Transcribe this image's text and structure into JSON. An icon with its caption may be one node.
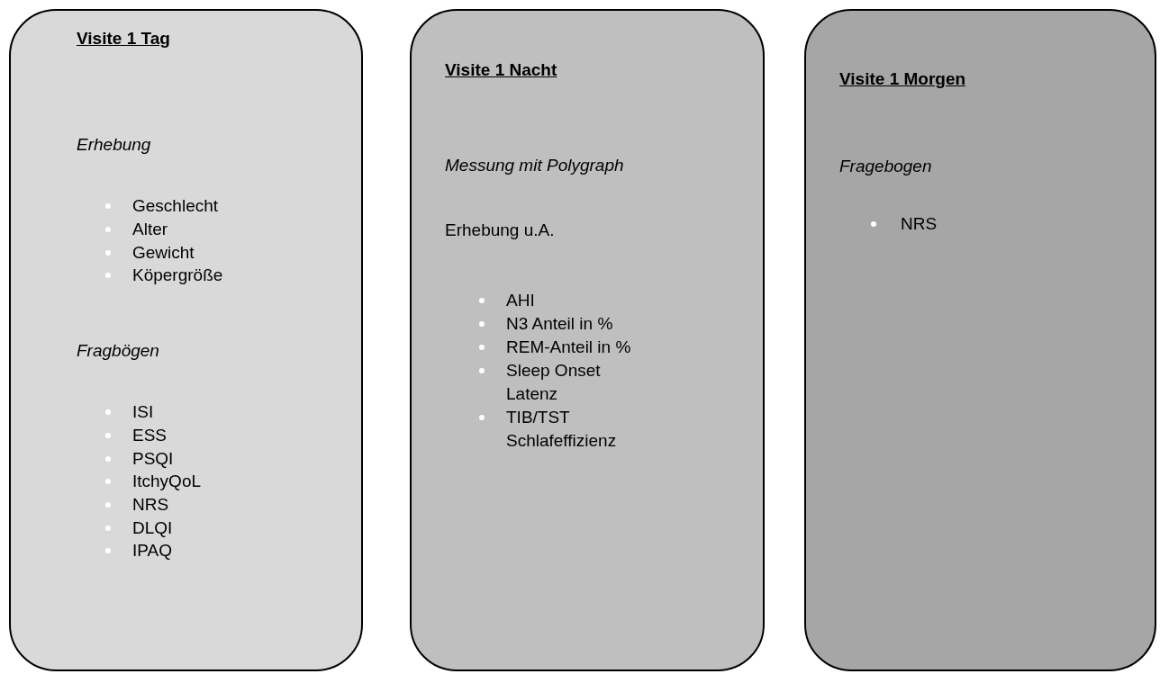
{
  "diagram": {
    "nodes": [
      {
        "text": [
          "Visite 1 Tag",
          "Erhebung",
          "Geschlecht",
          "Alter",
          "Gewicht",
          "Köpergröße",
          "Fragbögen",
          "ISI",
          "ESS",
          "PSQI",
          "ItchyQoL",
          "NRS",
          "DLQI",
          "IPAQ"
        ]
      },
      {
        "text": [
          "Visite 1 Nacht",
          "Messung mit Polygraph",
          "Erhebung u.A.",
          "AHI",
          "N3 Anteil in %",
          "REM-Anteil in %",
          "Sleep Onset Latenz",
          "TIB/TST Schlafeffizienz"
        ]
      },
      {
        "text": [
          "Visite 1 Morgen",
          "Fragebogen",
          "NRS"
        ]
      }
    ]
  }
}
